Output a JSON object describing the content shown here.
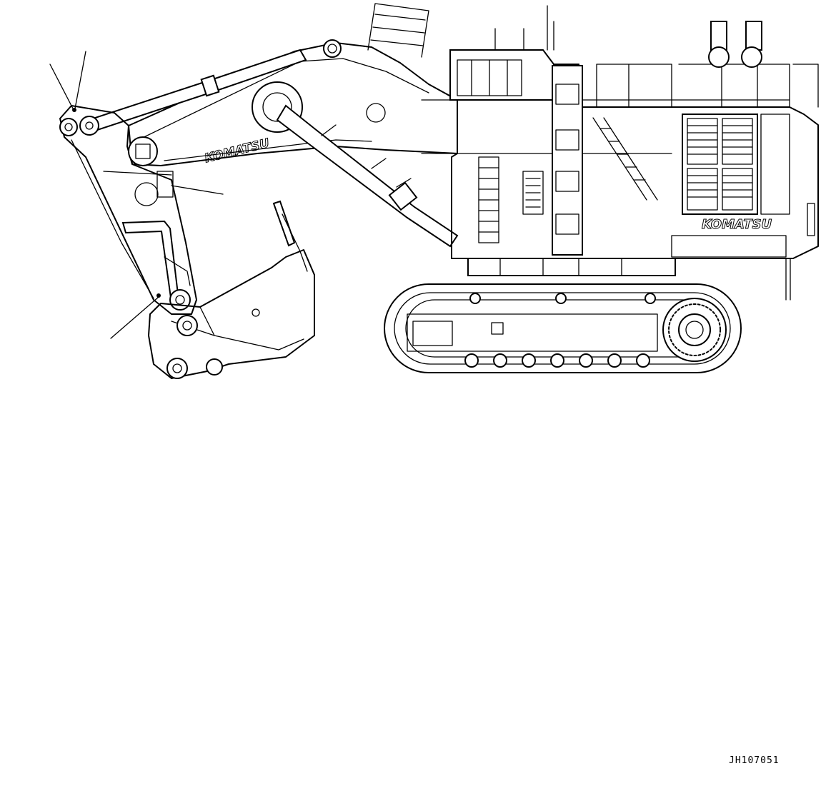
{
  "drawing": {
    "code": "JH107051",
    "boom_brand": "KOMATSU",
    "body_brand": "KOMATSU"
  }
}
